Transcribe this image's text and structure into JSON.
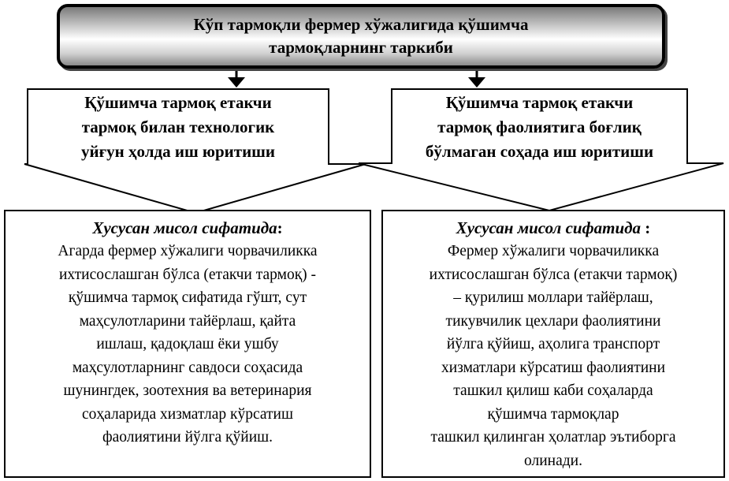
{
  "title": "Кўп тармоқли фермер хўжалигида қўшимча\nтармоқларнинг таркиби",
  "branches": [
    {
      "label": "Қўшимча тармоқ етакчи\nтармоқ билан технологик\nуйғун ҳолда иш юритиши",
      "example_heading": "Хусусан мисол сифатида",
      "example_colon": ":",
      "example_text": "Агарда фермер хўжалиги чорвачиликка\nихтисослашган бўлса (етакчи тармоқ) -\nқўшимча тармоқ сифатида гўшт, сут\nмаҳсулотларини тайёрлаш, қайта\nишлаш, қадоқлаш ёки ушбу\nмаҳсулотларнинг савдоси соҳасида\nшунингдек, зоотехния ва ветеринария\nсоҳаларида хизматлар кўрсатиш\nфаолиятини йўлга қўйиш."
    },
    {
      "label": "Қўшимча тармоқ етакчи\nтармоқ фаолиятига боғлиқ\nбўлмаган соҳада иш юритиши",
      "example_heading": "Хусусан мисол сифатида",
      "example_colon": " :",
      "example_text": "Фермер хўжалиги чорвачиликка\nихтисослашган бўлса (етакчи тармоқ)\n– қурилиш моллари тайёрлаш,\nтикувчилик цехлари фаолиятини\nйўлга қўйиш, аҳолига транспорт\nхизматлари кўрсатиш фаолиятини\nташкил қилиш каби соҳаларда\nқўшимча тармоқлар\nташкил қилинган ҳолатлар эътиборга\nолинади."
    }
  ]
}
